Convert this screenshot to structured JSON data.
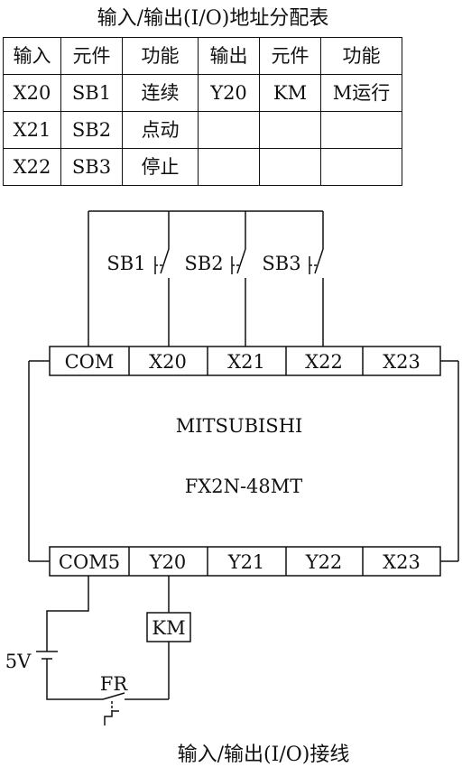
{
  "top_title": "输入/输出(I/O)地址分配表",
  "bottom_title": "输入/输出(I/O)接线",
  "io_table": {
    "headers": [
      "输入",
      "元件",
      "功能",
      "输出",
      "元件",
      "功能"
    ],
    "rows": [
      [
        "X20",
        "SB1",
        "连续",
        "Y20",
        "KM",
        "M运行"
      ],
      [
        "X21",
        "SB2",
        "点动",
        "",
        "",
        ""
      ],
      [
        "X22",
        "SB3",
        "停止",
        "",
        "",
        ""
      ]
    ]
  },
  "plc": {
    "brand": "MITSUBISHI",
    "model": "FX2N-48MT",
    "input_terminals": [
      "COM",
      "X20",
      "X21",
      "X22",
      "X23"
    ],
    "output_terminals": [
      "COM5",
      "Y20",
      "Y21",
      "Y22",
      "X23"
    ]
  },
  "switches": [
    "SB1",
    "SB2",
    "SB3"
  ],
  "coil_label": "KM",
  "supply_label": "5V",
  "overload_label": "FR"
}
